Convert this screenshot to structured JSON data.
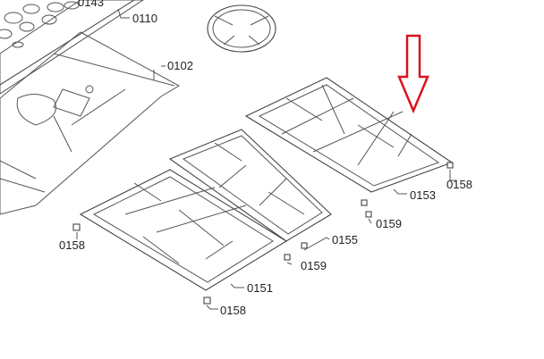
{
  "labels": {
    "p0143": "0143",
    "p0110": "0110",
    "p0102": "0102",
    "p0153": "0153",
    "p0158a": "0158",
    "p0159a": "0159",
    "p0155": "0155",
    "p0158b": "0158",
    "p0159b": "0159",
    "p0151": "0151",
    "p0158c": "0158"
  },
  "colors": {
    "arrow": "#d9141b",
    "line": "#555555"
  }
}
